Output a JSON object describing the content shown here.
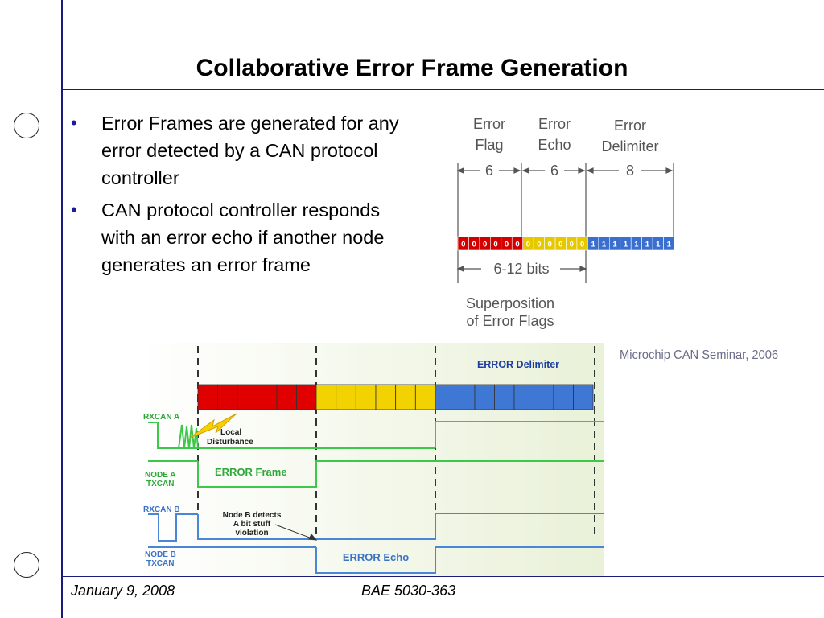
{
  "slide": {
    "title": "Collaborative Error Frame Generation",
    "bullets": [
      "Error Frames are generated for any error detected by a CAN protocol controller",
      "CAN protocol controller responds with an error echo if another node generates an error frame"
    ],
    "credit": "Microchip CAN Seminar, 2006",
    "footer_date": "January 9, 2008",
    "footer_course": "BAE 5030-363"
  },
  "diagram_top": {
    "flag_label": [
      "Error",
      "Flag"
    ],
    "flag_count": "6",
    "echo_label": [
      "Error",
      "Echo"
    ],
    "echo_count": "6",
    "delim_label": [
      "Error",
      "Delimiter"
    ],
    "delim_count": "8",
    "flag_bits": [
      "0",
      "0",
      "0",
      "0",
      "0",
      "0"
    ],
    "echo_bits": [
      "0",
      "0",
      "0",
      "0",
      "0",
      "0"
    ],
    "delim_bits": [
      "1",
      "1",
      "1",
      "1",
      "1",
      "1",
      "1",
      "1"
    ],
    "range_label": "6-12 bits",
    "caption": [
      "Superposition",
      "of Error Flags"
    ],
    "colors": {
      "flag": "#d40000",
      "echo": "#e6c800",
      "delim": "#3a6fd0"
    }
  },
  "diagram_timing": {
    "header": "ERROR Delimiter",
    "rxcan_a": [
      "RXCAN A"
    ],
    "node_a": [
      "NODE A",
      "TXCAN"
    ],
    "rxcan_b": [
      "RXCAN B"
    ],
    "node_b": [
      "NODE B",
      "TXCAN"
    ],
    "local_disturbance": [
      "Local",
      "Disturbance"
    ],
    "error_frame": "ERROR Frame",
    "node_b_detects": [
      "Node B detects",
      "A bit stuff",
      "violation"
    ],
    "error_echo": "ERROR Echo",
    "colors": {
      "green": "#3ec84a",
      "blue": "#4a86d8",
      "red": "#e00000",
      "yellow": "#f2d200",
      "bar_blue": "#3f78d4",
      "bolt": "#f6d000"
    }
  }
}
